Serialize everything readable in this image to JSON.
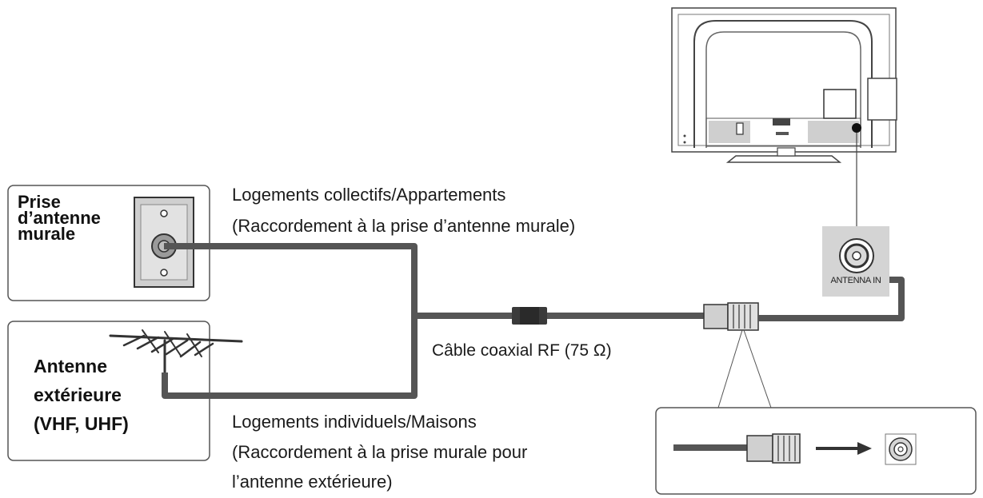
{
  "colors": {
    "cable": "#555555",
    "cable_dark": "#3a3a3a",
    "outline": "#444444",
    "panel_gray": "#d4d4d4",
    "text": "#1a1a1a"
  },
  "labels": {
    "wall_socket": [
      "Prise",
      "d’antenne",
      "murale"
    ],
    "outdoor_antenna": [
      "Antenne",
      "extérieure",
      "(VHF, UHF)"
    ],
    "collective_housing": {
      "line1": "Logements collectifs/Appartements",
      "line2": "(Raccordement à la prise d’antenne murale)"
    },
    "coax_cable": "Câble coaxial RF (75 Ω)",
    "individual_housing": {
      "line1": "Logements individuels/Maisons",
      "line2": "(Raccordement à la prise murale pour",
      "line3": "l’antenne extérieure)"
    },
    "antenna_in": "ANTENNA IN"
  },
  "icons": [
    "wall-antenna-socket-icon",
    "outdoor-antenna-icon",
    "tv-rear-panel-icon",
    "antenna-in-jack-icon",
    "coax-connector-icon",
    "arrow-right-icon",
    "coax-jack-icon"
  ]
}
